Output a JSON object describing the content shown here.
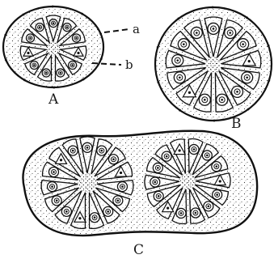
{
  "figure": {
    "panels": [
      {
        "id": "A",
        "label": "A"
      },
      {
        "id": "B",
        "label": "B"
      },
      {
        "id": "C",
        "label": "C"
      }
    ],
    "pointers": [
      {
        "id": "a",
        "label": "a"
      },
      {
        "id": "b",
        "label": "b"
      }
    ]
  }
}
